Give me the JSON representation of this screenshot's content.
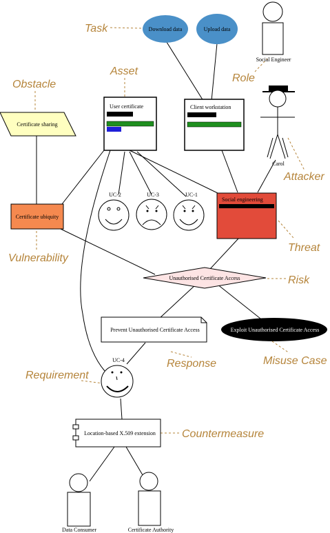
{
  "colors": {
    "tag": "#b5843a",
    "task_fill": "#4a90c8",
    "obstacle_fill": "#ffffc0",
    "vulnerability_fill": "#f5894f",
    "threat_fill": "#e24b3a",
    "risk_fill": "#fde4e4",
    "bar_black": "#000000",
    "bar_green": "#1f8f1f",
    "bar_blue": "#1f1fd8"
  },
  "tags": {
    "task": "Task",
    "asset": "Asset",
    "role": "Role",
    "obstacle": "Obstacle",
    "attacker": "Attacker",
    "threat": "Threat",
    "vulnerability": "Vulnerability",
    "risk": "Risk",
    "response": "Response",
    "misuse_case": "Misuse Case",
    "requirement": "Requirement",
    "countermeasure": "Countermeasure"
  },
  "nodes": {
    "task_download": "Download data",
    "task_upload": "Upload data",
    "role_person": "Social Engineer",
    "attacker_person": "Carol",
    "asset_user_certificate": "User certificate",
    "asset_client_workstation": "Client workstation",
    "obstacle": "Certificate sharing",
    "vulnerability": "Certificate ubiquity",
    "threat": "Social engineering",
    "risk": "Unauthorised Certificate Access",
    "response": "Prevent Unauthorised Certificate Access",
    "misuse_case": "Exploit Unauthorised Certificate Access",
    "persona_uc2": "UC-2",
    "persona_uc3": "UC-3",
    "persona_uc1": "UC-1",
    "persona_uc4": "UC-4",
    "countermeasure": "Location-based X.509 extension",
    "role_data_consumer": "Data Consumer",
    "role_certificate_authority": "Certificate Authority"
  }
}
